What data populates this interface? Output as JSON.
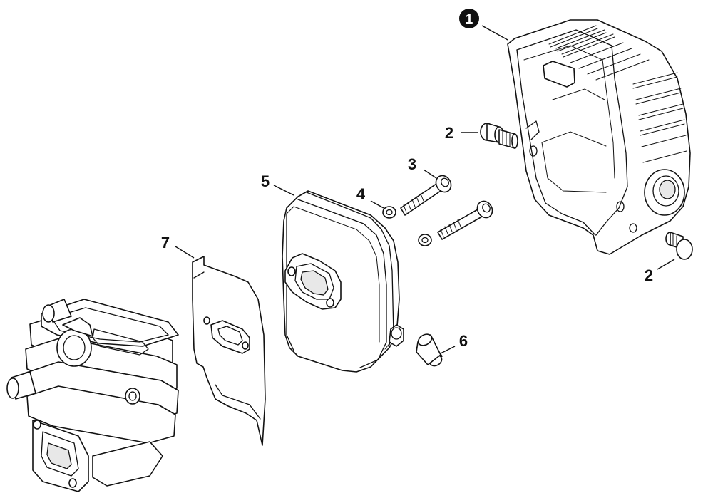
{
  "callouts": [
    {
      "id": "c1",
      "label": "1",
      "style": "filled-circle"
    },
    {
      "id": "c2a",
      "label": "2"
    },
    {
      "id": "c2b",
      "label": "2"
    },
    {
      "id": "c3",
      "label": "3"
    },
    {
      "id": "c4",
      "label": "4"
    },
    {
      "id": "c5",
      "label": "5"
    },
    {
      "id": "c6",
      "label": "6"
    },
    {
      "id": "c7",
      "label": "7"
    }
  ],
  "colors": {
    "line": "#111111",
    "background": "#ffffff",
    "callout_fill": "#111111"
  }
}
